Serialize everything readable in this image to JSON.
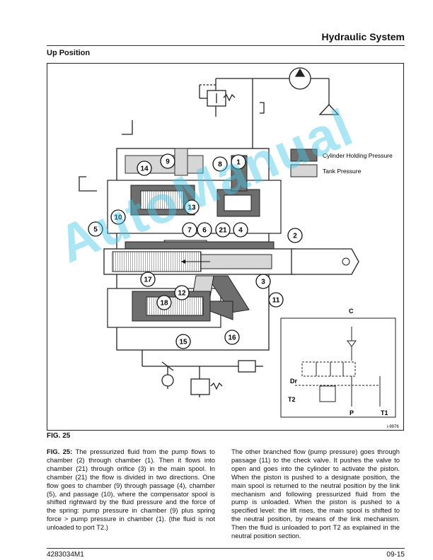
{
  "header": {
    "section_title": "Hydraulic System",
    "subheading": "Up Position"
  },
  "figure": {
    "label": "FIG. 25",
    "image_id": "i-9976",
    "legend": [
      {
        "label": "Cylinder Holding Pressure",
        "color": "#6e6e6e"
      },
      {
        "label": "Tank Pressure",
        "color": "#d6d6d6"
      }
    ],
    "callouts": [
      "1",
      "2",
      "3",
      "4",
      "5",
      "6",
      "7",
      "8",
      "9",
      "10",
      "11",
      "12",
      "13",
      "14",
      "15",
      "16",
      "17",
      "18",
      "21"
    ],
    "inset_labels": {
      "c": "C",
      "dr": "Dr",
      "t2": "T2",
      "p": "P",
      "t1": "T1"
    }
  },
  "body": {
    "para1_lead": "FIG. 25:",
    "para1_text": " The pressurized fluid from the pump flows to chamber (2) through chamber (1). Then it flows into chamber (21) through orifice (3) in the main spool. In chamber (21) the flow is divided in two directions. One flow goes to chamber (9) through passage (4), chamber (5), and passage (10), where the compensator spool is shifted rightward by the fluid pressure and the force of the spring: pump pressure in chamber (9) plus spring force > pump pressure in chamber (1). (the fluid is not unloaded to port T2.)",
    "para2_text": "The other branched flow (pump pressure) goes through passage (11) to the check valve. It pushes the valve to open and goes into the cylinder to activate the piston. When the piston is pushed to a designate position, the main spool is returned to the neutral position by the link mechanism and following pressurized fluid from the pump is unloaded. When the piston is pushed to a specified level: the lift rises, the main spool is shifted to the neutral position, by means of the link mechanism. Then the fluid is unloaded to port T2 as explained in the neutral position section."
  },
  "footer": {
    "doc_number": "4283034M1",
    "page_number": "09-15"
  },
  "watermark": {
    "text": "AutoManual"
  }
}
